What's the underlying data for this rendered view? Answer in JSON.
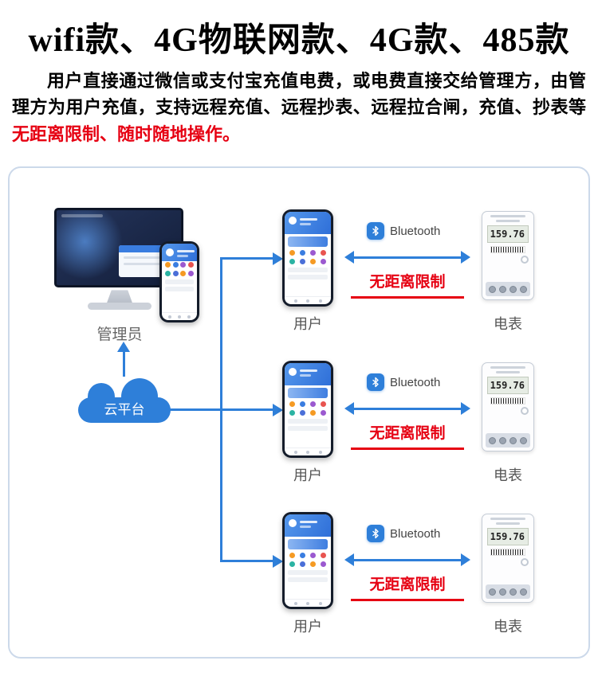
{
  "page": {
    "title": "wifi款、4G物联网款、4G款、485款"
  },
  "intro": {
    "text": "用户直接通过微信或支付宝充值电费，或电费直接交给管理方，由管理方为用户充值，支持远程充值、远程抄表、远程拉合闸，充值、抄表等",
    "highlight": "无距离限制、随时随地操作。"
  },
  "diagram": {
    "admin_label": "管理员",
    "cloud_label": "云平台",
    "colors": {
      "accent_blue": "#2e7fd9",
      "highlight_red": "#e60012"
    },
    "rows": [
      {
        "user_label": "用户",
        "bluetooth_label": "Bluetooth",
        "range_label": "无距离限制",
        "meter_label": "电表",
        "meter_reading": "159.76"
      },
      {
        "user_label": "用户",
        "bluetooth_label": "Bluetooth",
        "range_label": "无距离限制",
        "meter_label": "电表",
        "meter_reading": "159.76"
      },
      {
        "user_label": "用户",
        "bluetooth_label": "Bluetooth",
        "range_label": "无距离限制",
        "meter_label": "电表",
        "meter_reading": "159.76"
      }
    ]
  }
}
